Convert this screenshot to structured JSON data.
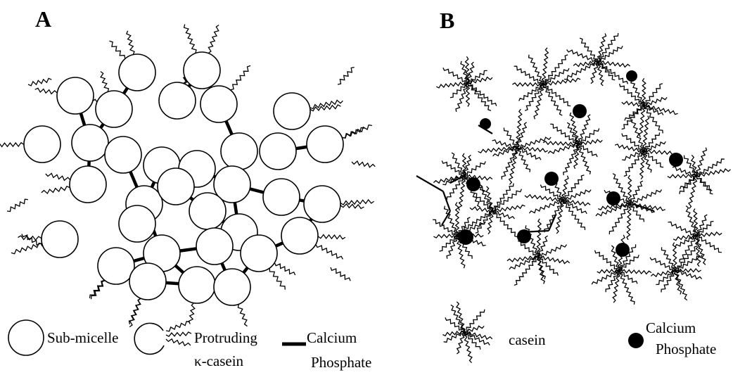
{
  "panels": [
    {
      "letter": "A",
      "legend": {
        "sub_micelle": "Sub-micelle",
        "protruding_line1": "Protruding",
        "protruding_line2": "κ-casein",
        "calcium_line1": "Calcium",
        "calcium_line2": "Phosphate"
      }
    },
    {
      "letter": "B",
      "legend": {
        "casein": "casein",
        "calcium_line1": "Calcium",
        "calcium_line2": "Phosphate"
      }
    }
  ],
  "colors": {
    "ink": "#000000",
    "background": "#ffffff"
  }
}
